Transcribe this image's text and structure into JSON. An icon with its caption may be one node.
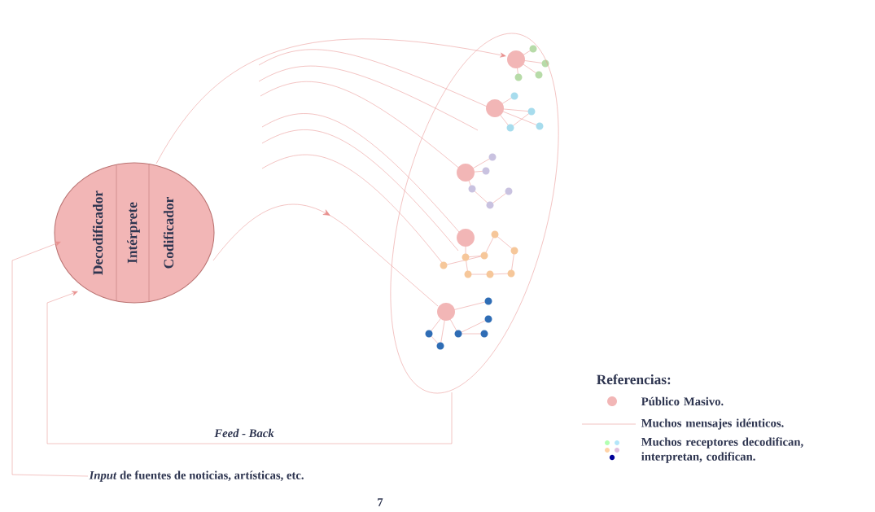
{
  "diagram": {
    "nodes": [
      {
        "text": [
          "Decodificador",
          "Intérprete",
          "Codificador"
        ]
      },
      {
        "text": [],
        "shape": "ellipse"
      },
      {
        "text": [
          "*Input* de fuentes de noticias, artísticas, etc."
        ]
      }
    ],
    "edges": [
      {
        "from": 0,
        "to": 1,
        "arrow": "to"
      },
      {
        "from": 0,
        "to": 1,
        "arrow": "to"
      },
      {
        "from": 1,
        "to": 0,
        "arrow": "to",
        "label": "Feed - Back"
      },
      {
        "from": 2,
        "to": 0,
        "arrow": "to"
      }
    ],
    "labels": [
      "Referencias:",
      "7"
    ],
    "legend": [
      {
        "text": "Público Masivo.",
        "color": "#f2b6b6"
      },
      {
        "text": "Muchos mensajes idénticos."
      },
      {
        "text": "Muchos receptores decodifican, interpretan, codifican."
      }
    ]
  }
}
